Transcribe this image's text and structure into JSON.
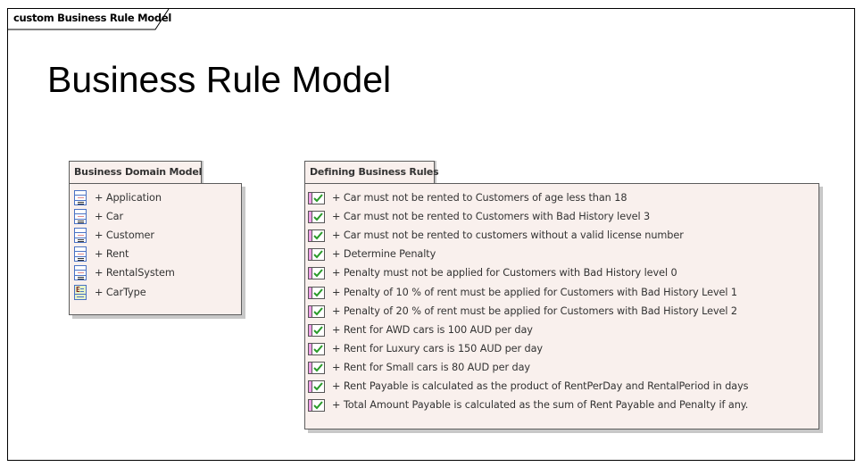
{
  "frame": {
    "label": "custom Business Rule Model"
  },
  "diagram": {
    "title": "Business Rule Model"
  },
  "packages": {
    "domain": {
      "name": "Business Domain Model",
      "items": [
        {
          "label": "+ Application",
          "icon": "class-icon"
        },
        {
          "label": "+ Car",
          "icon": "class-icon"
        },
        {
          "label": "+ Customer",
          "icon": "class-icon"
        },
        {
          "label": "+ Rent",
          "icon": "class-icon"
        },
        {
          "label": "+ RentalSystem",
          "icon": "class-icon"
        },
        {
          "label": "+ CarType",
          "icon": "enumeration-icon"
        }
      ]
    },
    "rules": {
      "name": "Defining Business Rules",
      "items": [
        {
          "label": "+ Car must not be rented to Customers of age less than 18",
          "icon": "business-rule-icon"
        },
        {
          "label": "+ Car must not be rented to Customers with Bad History level 3",
          "icon": "business-rule-icon"
        },
        {
          "label": "+ Car must not be rented to customers without a valid license number",
          "icon": "business-rule-icon"
        },
        {
          "label": "+ Determine Penalty",
          "icon": "business-rule-icon"
        },
        {
          "label": "+ Penalty must not be applied for Customers with Bad History level 0",
          "icon": "business-rule-icon"
        },
        {
          "label": "+ Penalty of 10 % of rent must be applied for Customers with Bad History Level 1",
          "icon": "business-rule-icon"
        },
        {
          "label": "+ Penalty of 20 % of rent must be applied for Customers with Bad History Level 2",
          "icon": "business-rule-icon"
        },
        {
          "label": "+ Rent for AWD cars is 100 AUD per day",
          "icon": "business-rule-icon"
        },
        {
          "label": "+ Rent for Luxury cars is 150 AUD per day",
          "icon": "business-rule-icon"
        },
        {
          "label": "+ Rent for Small cars is 80 AUD per day",
          "icon": "business-rule-icon"
        },
        {
          "label": "+ Rent Payable is calculated as the product of RentPerDay and RentalPeriod in days",
          "icon": "business-rule-icon"
        },
        {
          "label": "+ Total Amount Payable is calculated as the sum of Rent Payable and Penalty if any.",
          "icon": "business-rule-icon"
        }
      ]
    }
  },
  "colors": {
    "package_fill": "#f9f0ed",
    "package_border": "#5c5c5c",
    "shadow": "#c8c8c8",
    "class_icon_border": "#4a72c4",
    "rule_check": "#2a9a2a",
    "rule_pink": "#f0a0e8"
  }
}
